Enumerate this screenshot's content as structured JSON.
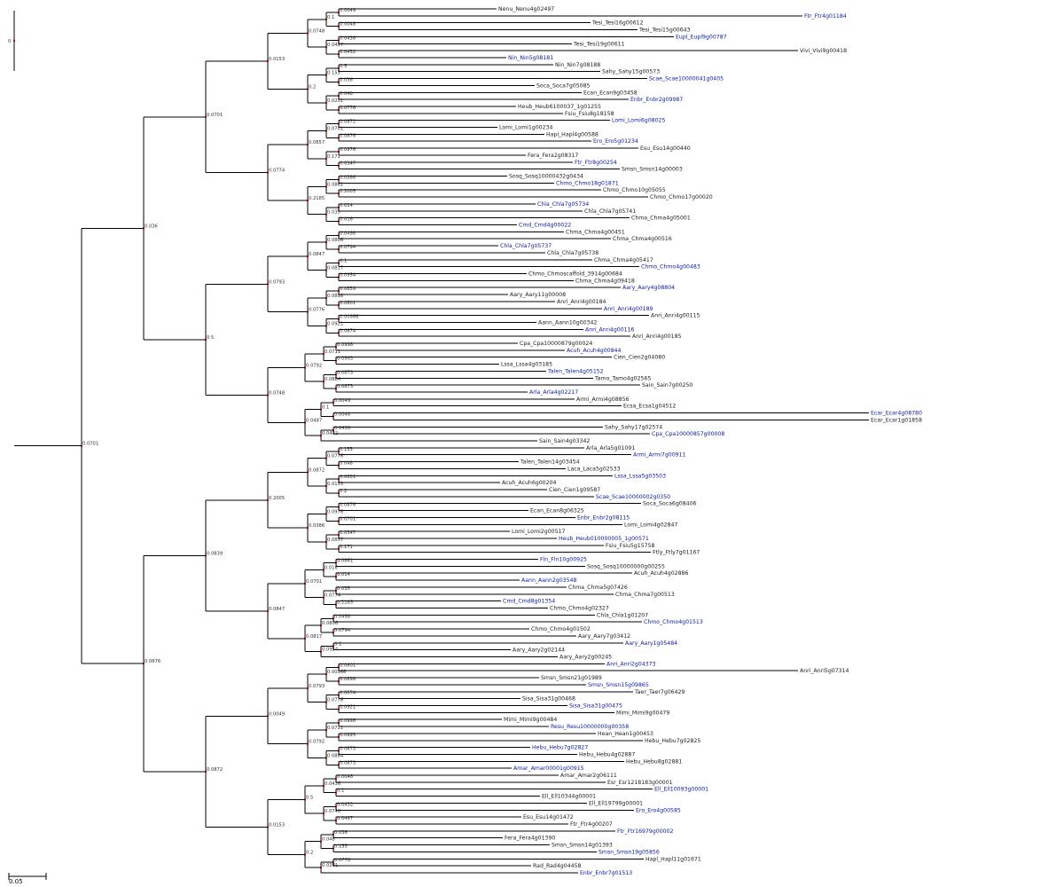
{
  "colors": {
    "branch": "#000000",
    "label": "#202020",
    "highlight_label": "#0a1aa0",
    "node_marker": "#d00000"
  },
  "scale_bar_label": "0.05",
  "root_label": "0",
  "leaves": [
    "Nenu_Nenu4g02497",
    "Ftr_Ftr4g01184",
    "Tesi_Tesi16g00612",
    "Tesi_Tesi15g00643",
    "Eupl_Eupl9g00787",
    "Tesi_Tesi19g00611",
    "Vivi_Vivi9g00418",
    "Nin_Nin5g08181",
    "Nin_Nin7g08188",
    "Sahy_Sahy15g00573",
    "Scae_Scae10000041g0405",
    "Soca_Soca7g05085",
    "Ecan_Ecan9g03458",
    "Enbr_Enbr2g09987",
    "Heub_Heub6100037_1g01255",
    "Fsiu_Fsiu8g18158",
    "Lomi_Lomi6g08025",
    "Lomi_Lomi1g00234",
    "Hapl_Hapl4g00588",
    "Ero_Ero5g01234",
    "Esu_Esu14g00440",
    "Fera_Fera2g08317",
    "Ftr_Ftr8g00254",
    "Smsn_Smsn14g00003",
    "Sosq_Sosq10000432g0434",
    "Chmo_Chmo18g01871",
    "Chmo_Chmo10g05055",
    "Chmo_Chmo17g00020",
    "Chla_Chla7g05734",
    "Chla_Chla7g05741",
    "Chma_Chma4g05001",
    "Cmd_Cmd4g00022",
    "Chma_Chma4g00451",
    "Chma_Chma4g00516",
    "Chla_Chla7g05737",
    "Chla_Chla7g05738",
    "Chma_Chma4g05417",
    "Chmo_Chmo4g00483",
    "Chmo_Chmoscaffold_3914g00684",
    "Chma_Chma4g09418",
    "Aary_Aary4g08804",
    "Aary_Aary11g00008",
    "Anri_Anri4g00184",
    "Anri_Anri4g00189",
    "Anri_Anri4g00115",
    "Aann_Aann10g00342",
    "Anri_Anri4g00116",
    "Anri_Anri4g00185",
    "Cpa_Cpa10000879g00024",
    "Acuh_Acuh4g00844",
    "Cien_Cien2g04080",
    "Lssa_Lssa4g03185",
    "Talen_Talen4g05152",
    "Tamo_Tamo4g02565",
    "Sain_Sain7g00250",
    "Arla_Arla4g02217",
    "Armi_Armi4g08856",
    "Ecsa_Ecsa1g04512",
    "Ecar_Ecar4g08780",
    "Ecar_Ecar1g01858",
    "Sahy_Sahy17g02574",
    "Cpa_Cpa10000857g00008",
    "Sain_Sain4g03342",
    "Arla_Arla5g01091",
    "Armi_Armi7g00911",
    "Talen_Talen14g03454",
    "Laca_Laca5g02533",
    "Lssa_Lssa5g03503",
    "Acuh_Acuh6g00204",
    "Cien_Cien1g09587",
    "Scae_Scae10000002g0350",
    "Soca_Soca6g08406",
    "Ecan_Ecan8g06325",
    "Enbr_Enbr2g08115",
    "Lomi_Lomi4g02847",
    "Lomi_Lomi2g00517",
    "Heub_Heub010000005_1g00571",
    "Fsiu_Fsiu5g15758",
    "Ftly_Ftly7g01167",
    "Fln_Fln10g00925",
    "Sosq_Sosq10000000g00255",
    "Acuh_Acuh4g02886",
    "Aann_Aann2g03548",
    "Chma_Chma5g07426",
    "Chma_Chma7g00513",
    "Cmd_Cmd8g01354",
    "Chmo_Chmo4g02327",
    "Chla_Chla1g01207",
    "Chmo_Chmo4g01513",
    "Chmo_Chmo4g01502",
    "Aary_Aary7g03412",
    "Aary_Aary1g05484",
    "Aary_Aary2g02144",
    "Aary_Aary2g00245",
    "Anri_Anri2g04373",
    "Anri_Anri5g07314",
    "Smsn_Smsn21g01989",
    "Smsn_Smsn15g09865",
    "Taer_Taer7g06429",
    "Sisa_Sisa31g00468",
    "Sisa_Sisa31g00475",
    "Mimi_Mimi9g00479",
    "Mimi_Mimi9g00484",
    "Resu_Resu10000000g00358",
    "Hean_Hean1g00453",
    "Hebu_Hebu7g02825",
    "Hebu_Hebu7g02827",
    "Hebu_Hebu4g02887",
    "Hebu_Hebu8g02881",
    "Amar_Amar00001g00915",
    "Amar_Amar2g06111",
    "Esr_Esr1218183g00001",
    "Ell_Ell10093g00001",
    "Ell_Ell10344g00001",
    "Ell_Ell19799g00001",
    "Ero_Ero4g00585",
    "Esu_Esu14g01472",
    "Ftr_Ftr4g00207",
    "Ftr_Ftr16979g00002",
    "Fera_Fera4g01390",
    "Smsn_Smsn14g01393",
    "Smsn_Smsn19g05856",
    "Hapl_Hapl11g01671",
    "Rad_Rad4g04458",
    "Enbr_Enbr7g01513"
  ],
  "support_values": [
    "0.0049",
    "0.0048",
    "0.1",
    "0.0436",
    "0.0432",
    "0.0497",
    "0.0748",
    "0.5",
    "0.036",
    "0.155",
    "0.048",
    "0.0776",
    "0.0201",
    "0.2",
    "0.0153",
    "0.0872",
    "0.0876",
    "0.0701",
    "0.0976",
    "0.0347",
    "0.171",
    "0.0857",
    "0.0386",
    "0.2005",
    "0.0861",
    "0.014",
    "0.016",
    "0.035",
    "0.2185",
    "0.0774",
    "0.0701",
    "0.0498",
    "0.0794",
    "0.0806",
    "0.1",
    "0.0954",
    "0.0817",
    "0.0847",
    "0.0839",
    "0.0801",
    "0.0898",
    "0.00966",
    "0.0874",
    "0.0921",
    "0.0776",
    "0.0793",
    "0.0998",
    "0.0993",
    "0.0711",
    "0.0873",
    "0.0873",
    "0.0884",
    "0.0792"
  ]
}
